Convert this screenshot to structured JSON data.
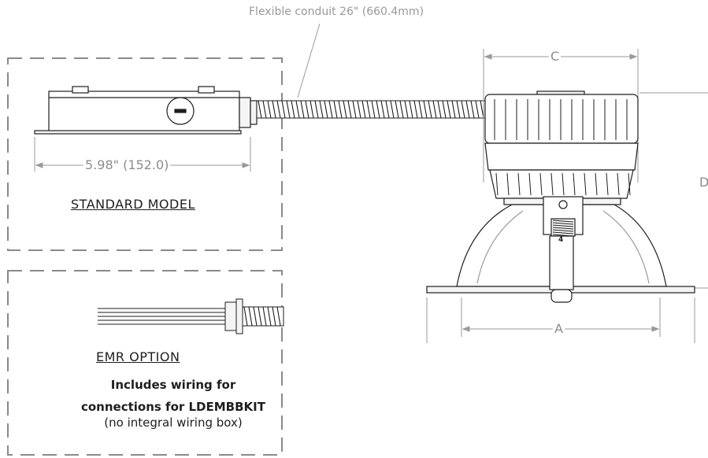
{
  "labels": {
    "conduit": "Flexible conduit 26\" (660.4mm)",
    "box_dimension": "5.98\" (152.0)",
    "standard_model": "STANDARD MODEL",
    "emr_option": "EMR OPTION",
    "emr_note_line1": "Includes wiring for",
    "emr_note_line2": "connections for LDEMBBKIT",
    "emr_note_line3": "(no integral wiring box)",
    "dim_c": "C",
    "dim_a": "A",
    "dim_d_partial": "D",
    "bracket_number": "4"
  },
  "colors": {
    "line": "#1e1e1e",
    "dim_line": "#9a9a9a",
    "dash_frame": "#8a8a8a",
    "fill_light": "#f4f4f4"
  }
}
